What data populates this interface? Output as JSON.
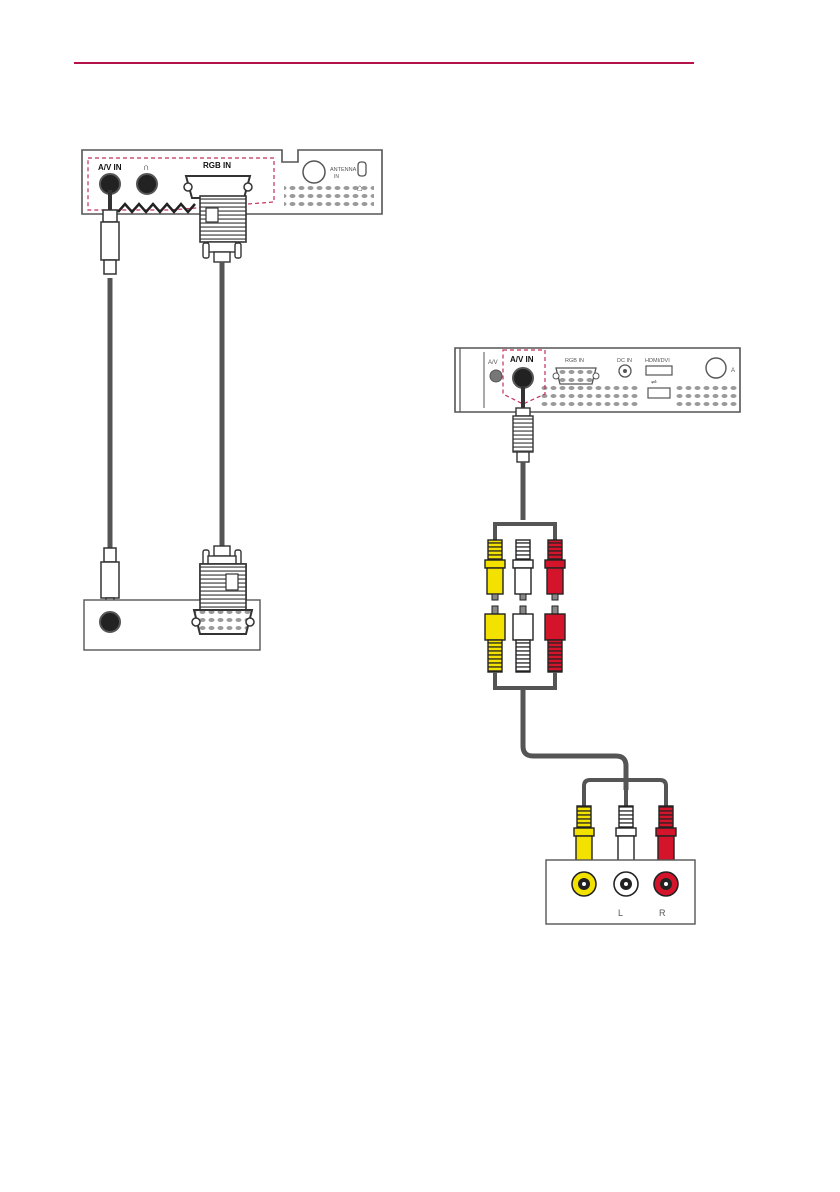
{
  "diagram": {
    "left_panel": {
      "port_labels": {
        "av_in": "A/V IN",
        "headphone": "∩",
        "rgb_in": "RGB IN",
        "antenna": "ANTENNA",
        "antenna_sub": "IN"
      }
    },
    "right_panel": {
      "port_labels": {
        "av_small": "A/V",
        "av_in": "A/V IN",
        "rgb_in": "RGB IN",
        "dc_in": "DC IN",
        "hdmi": "HDMI/DVI",
        "usb": "⇌",
        "extra": "A"
      },
      "device_labels": {
        "left": "L",
        "right": "R"
      }
    },
    "colors": {
      "accent_rule": "#b5124a",
      "video_yellow": "#f3e200",
      "audio_white": "#ffffff",
      "audio_red": "#d4142b",
      "highlight_dash": "#c3305a"
    }
  }
}
